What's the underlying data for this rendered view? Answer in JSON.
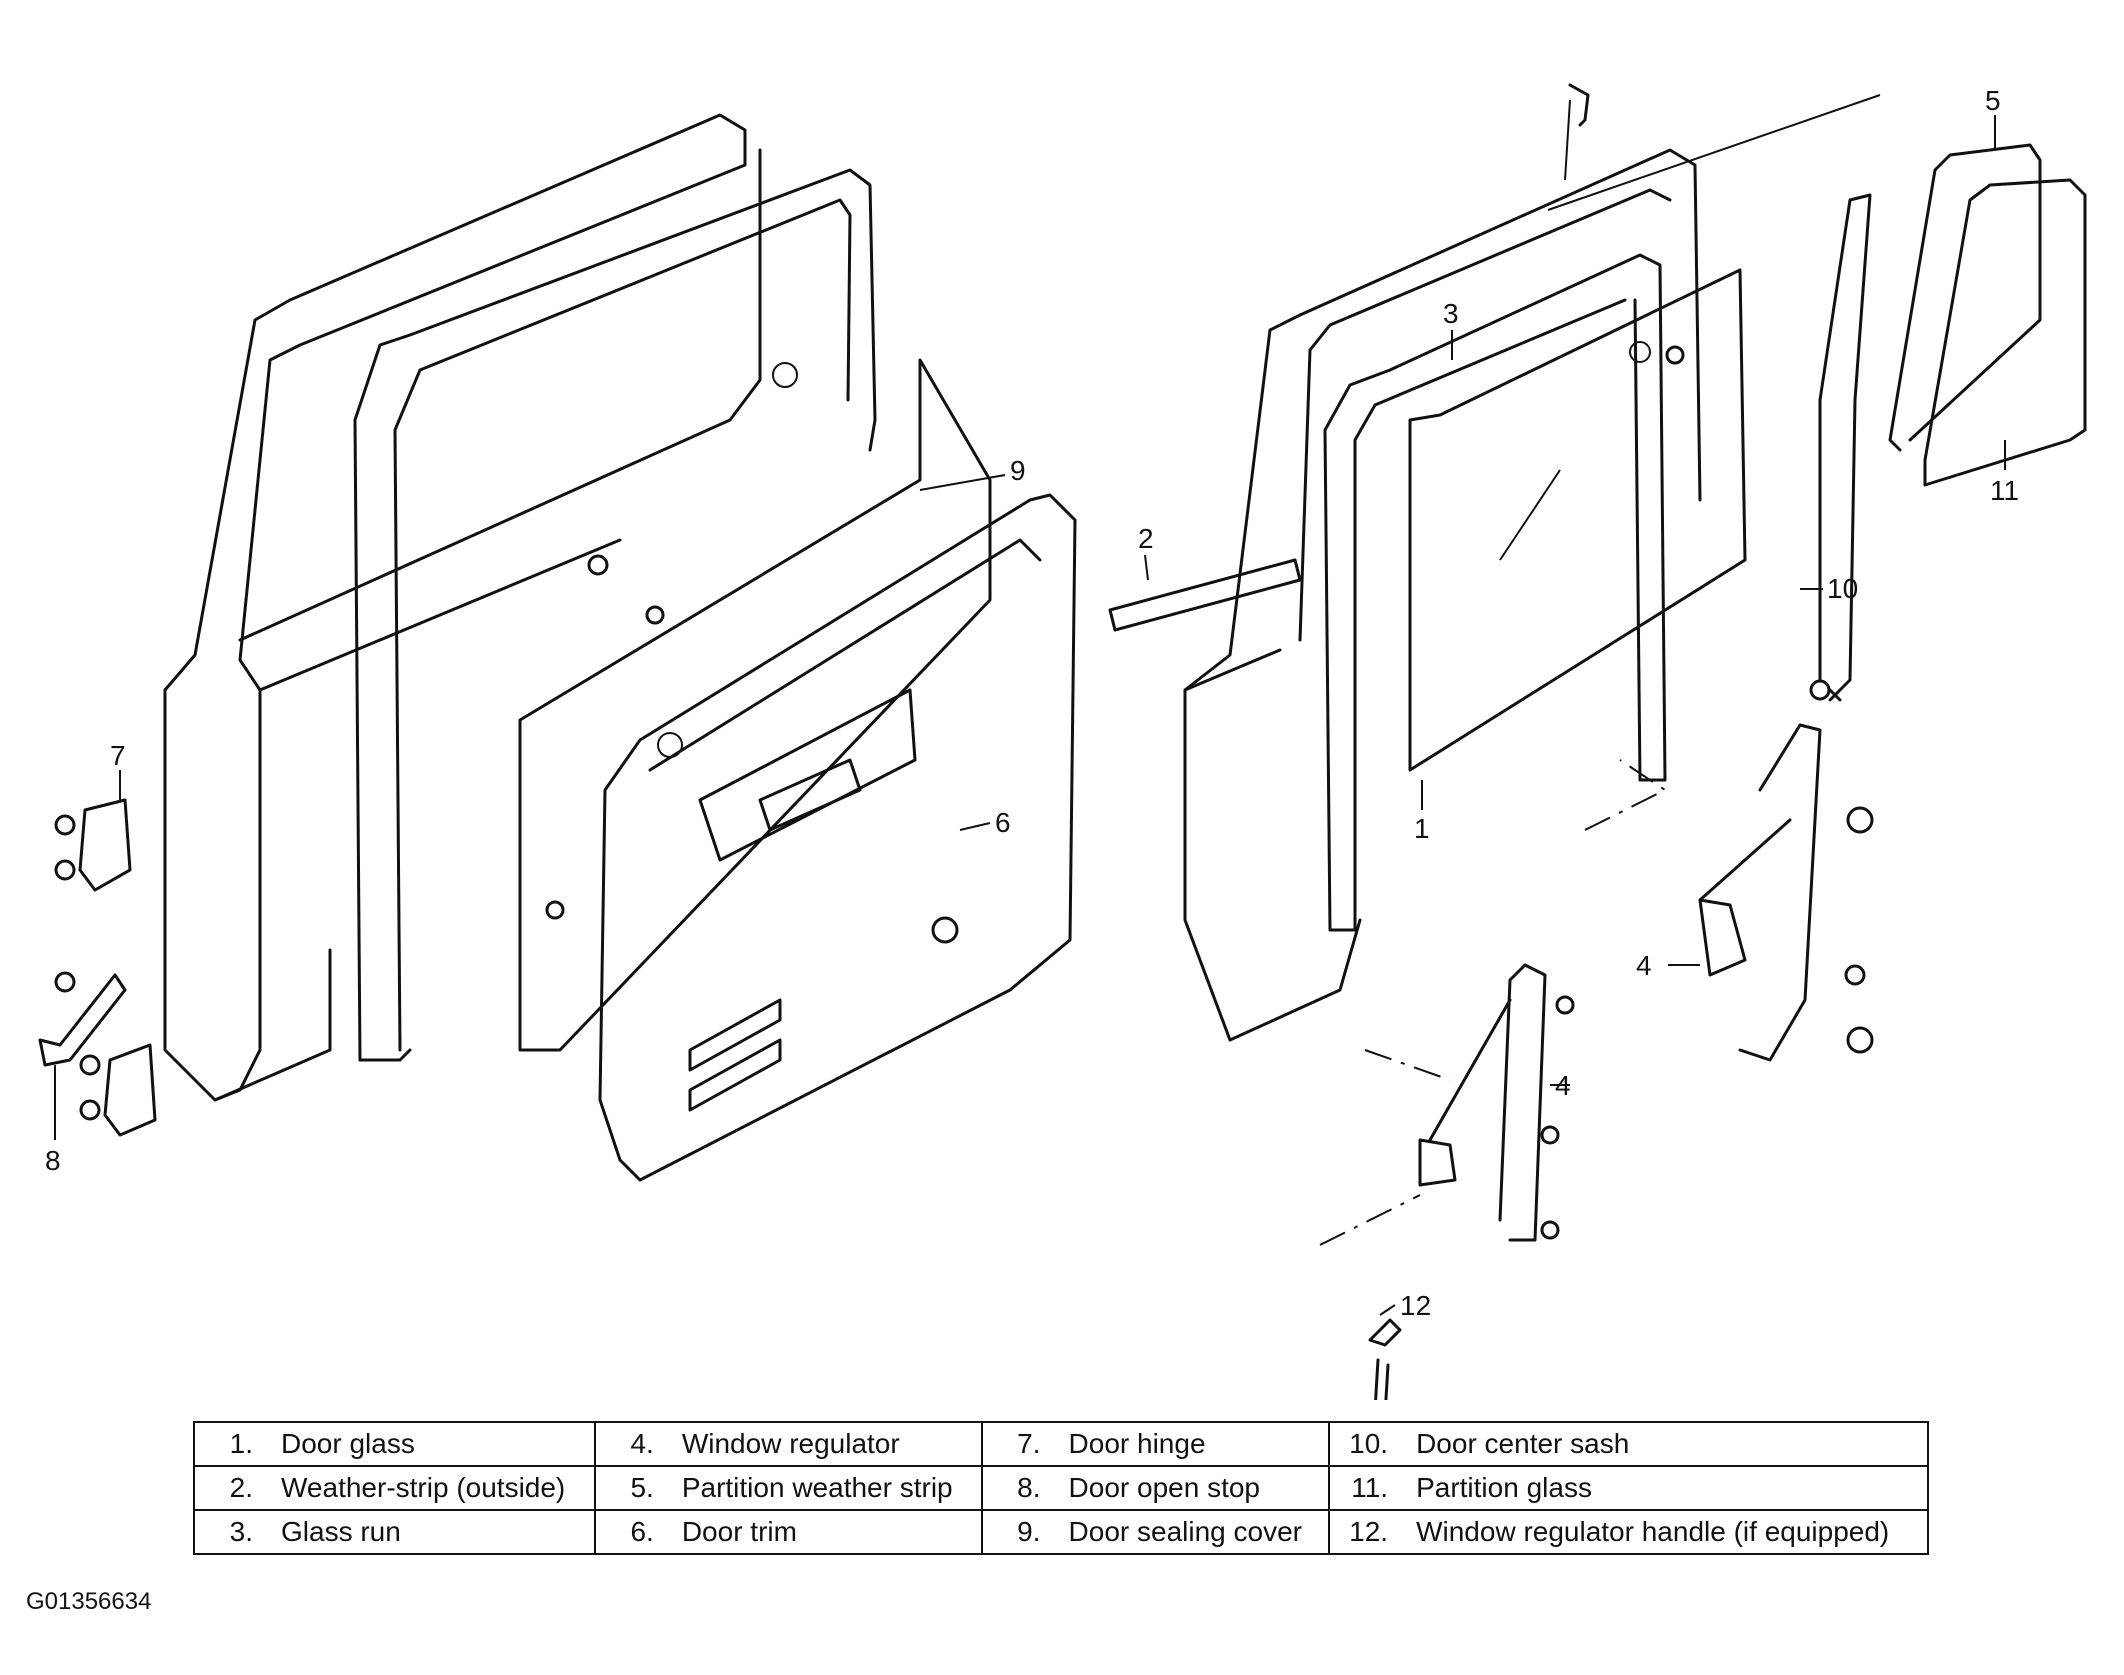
{
  "callouts": [
    {
      "id": "9",
      "text": "9"
    },
    {
      "id": "7",
      "text": "7"
    },
    {
      "id": "6",
      "text": "6"
    },
    {
      "id": "8",
      "text": "8"
    },
    {
      "id": "2",
      "text": "2"
    },
    {
      "id": "3",
      "text": "3"
    },
    {
      "id": "1",
      "text": "1"
    },
    {
      "id": "5",
      "text": "5"
    },
    {
      "id": "11",
      "text": "11"
    },
    {
      "id": "10",
      "text": "10"
    },
    {
      "id": "4a",
      "text": "4"
    },
    {
      "id": "4b",
      "text": "4"
    },
    {
      "id": "12",
      "text": "12"
    }
  ],
  "legend": {
    "rows": [
      [
        {
          "num": "1.",
          "label": "Door glass"
        },
        {
          "num": "4.",
          "label": "Window regulator"
        },
        {
          "num": "7.",
          "label": "Door hinge"
        },
        {
          "num": "10.",
          "label": "Door center sash"
        }
      ],
      [
        {
          "num": "2.",
          "label": "Weather-strip (outside)"
        },
        {
          "num": "5.",
          "label": "Partition weather strip"
        },
        {
          "num": "8.",
          "label": "Door open stop"
        },
        {
          "num": "11.",
          "label": "Partition glass"
        }
      ],
      [
        {
          "num": "3.",
          "label": "Glass run"
        },
        {
          "num": "6.",
          "label": "Door trim"
        },
        {
          "num": "9.",
          "label": "Door sealing cover"
        },
        {
          "num": "12.",
          "label": "Window regulator handle (if equipped)"
        }
      ]
    ]
  },
  "figure_id": "G01356634"
}
